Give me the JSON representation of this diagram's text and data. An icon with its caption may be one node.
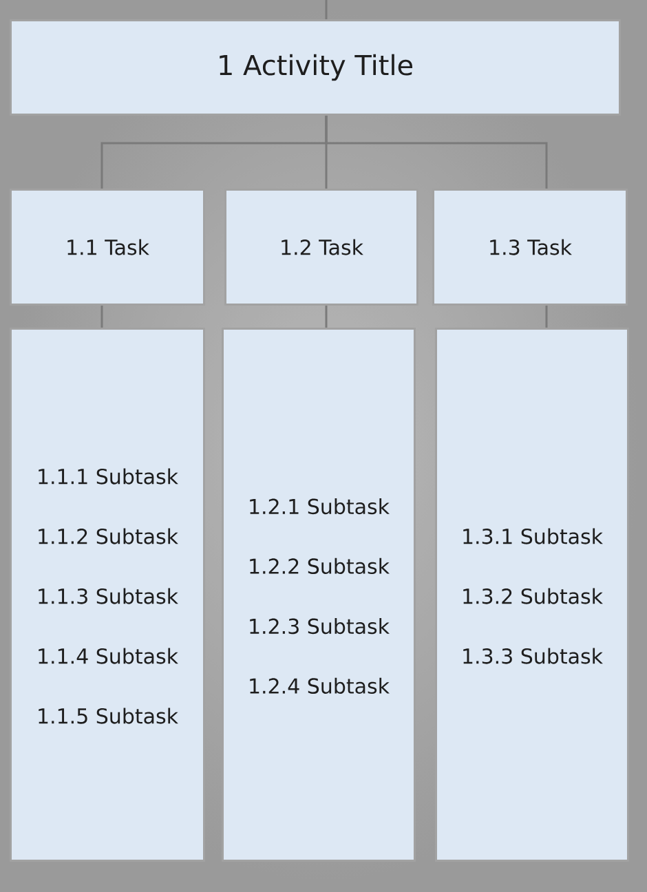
{
  "diagram": {
    "nodes": [
      {
        "text": [
          "1 Activity Title"
        ]
      },
      {
        "text": [
          "1.1 Task"
        ]
      },
      {
        "text": [
          "1.2 Task"
        ]
      },
      {
        "text": [
          "1.3 Task"
        ]
      },
      {
        "text": [
          "1.1.1 Subtask",
          "1.1.2 Subtask",
          "1.1.3 Subtask",
          "1.1.4 Subtask",
          "1.1.5 Subtask"
        ]
      },
      {
        "text": [
          "1.2.1 Subtask",
          "1.2.2 Subtask",
          "1.2.3 Subtask",
          "1.2.4 Subtask"
        ]
      },
      {
        "text": [
          "1.3.1 Subtask",
          "1.3.2 Subtask",
          "1.3.3 Subtask"
        ]
      }
    ],
    "edges": [
      {
        "from": null,
        "to": 0,
        "arrow": "none"
      },
      {
        "from": 0,
        "to": 1,
        "arrow": "none"
      },
      {
        "from": 0,
        "to": 2,
        "arrow": "none"
      },
      {
        "from": 0,
        "to": 3,
        "arrow": "none"
      },
      {
        "from": 1,
        "to": 4,
        "arrow": "none"
      },
      {
        "from": 2,
        "to": 5,
        "arrow": "none"
      },
      {
        "from": 3,
        "to": 6,
        "arrow": "none"
      }
    ]
  }
}
